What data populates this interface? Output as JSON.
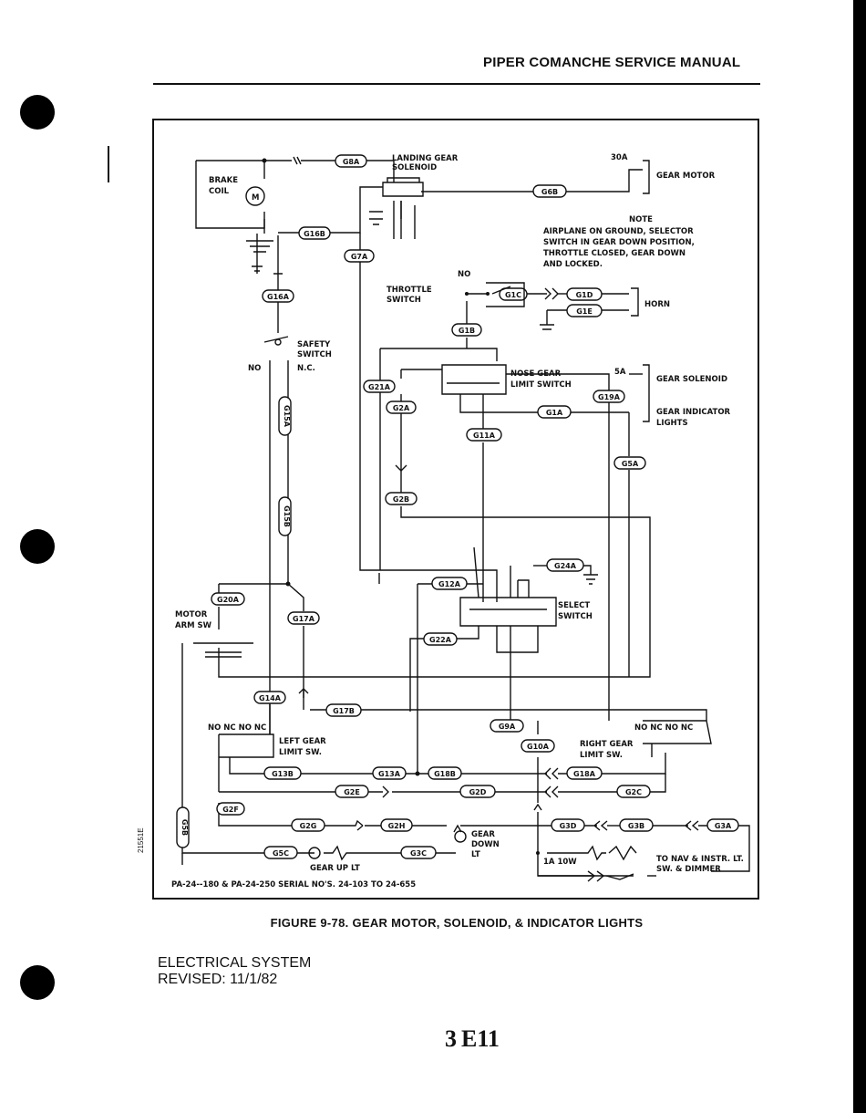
{
  "header": {
    "title": "PIPER COMANCHE SERVICE MANUAL"
  },
  "figure": {
    "caption": "FIGURE 9-78. GEAR MOTOR, SOLENOID, & INDICATOR LIGHTS",
    "note_title": "NOTE",
    "note_lines": [
      "AIRPLANE ON GROUND, SELECTOR",
      "SWITCH IN GEAR DOWN POSITION,",
      "THROTTLE CLOSED, GEAR DOWN",
      "AND LOCKED."
    ],
    "serial_note": "PA-24--180 & PA-24-250 SERIAL NO'S. 24-103 TO 24-655",
    "side_code": "21551E",
    "components": {
      "brake": "BRAKE",
      "coil": "COIL",
      "landing_gear": "LANDING GEAR",
      "solenoid": "SOLENOID",
      "breaker_30a": "30A",
      "gear_motor": "GEAR MOTOR",
      "throttle": "THROTTLE",
      "switch": "SWITCH",
      "no": "NO",
      "horn": "HORN",
      "safety": "SAFETY",
      "safety_switch": "SWITCH",
      "no2": "NO",
      "nc2": "N.C.",
      "nose_gear": "NOSE GEAR",
      "limit_switch": "LIMIT SWITCH",
      "breaker_5a": "5A",
      "gear_solenoid": "GEAR SOLENOID",
      "gear_indicator": "GEAR INDICATOR",
      "lights": "LIGHTS",
      "motor": "MOTOR",
      "arm_sw": "ARM SW",
      "select": "SELECT",
      "select_switch": "SWITCH",
      "left_contacts": "NO  NC NO  NC",
      "left_gear": "LEFT GEAR",
      "limit_sw_l": "LIMIT SW.",
      "right_contacts": "NO  NC  NO  NC",
      "right_gear": "RIGHT GEAR",
      "limit_sw_r": "LIMIT SW.",
      "gear_down": "GEAR",
      "down": "DOWN",
      "lt": "LT",
      "gear_up_lt": "GEAR UP LT",
      "breaker_1a": "1A  10W",
      "to_nav_1": "TO NAV & INSTR. LT.",
      "to_nav_2": "SW. & DIMMER"
    },
    "wires": {
      "g8a": "G8A",
      "g6b": "G6B",
      "g16b": "G16B",
      "g7a": "G7A",
      "g16a": "G16A",
      "g1c": "G1C",
      "g1d": "G1D",
      "g1e": "G1E",
      "g1b": "G1B",
      "g21a": "G21A",
      "g2a": "G2A",
      "g1a_w": "G1A",
      "g11a": "G11A",
      "g19a": "G19A",
      "g5a": "G5A",
      "g2b": "G2B",
      "g15a": "G15A",
      "g15b": "G15B",
      "g24a": "G24A",
      "g12a": "G12A",
      "g20a": "G20A",
      "g17a": "G17A",
      "g22a": "G22A",
      "g14a": "G14A",
      "g17b": "G17B",
      "g9a": "G9A",
      "g10a": "G10A",
      "g13b": "G13B",
      "g13a": "G13A",
      "g18b": "G18B",
      "g18a": "G18A",
      "g2e": "G2E",
      "g2d": "G2D",
      "g2c": "G2C",
      "g2f": "G2F",
      "g2g": "G2G",
      "g2h": "G2H",
      "g3d": "G3D",
      "g3b": "G3B",
      "g3a": "G3A",
      "g5b": "G5B",
      "g5c": "G5C",
      "g3c": "G3C"
    }
  },
  "footer": {
    "section": "ELECTRICAL SYSTEM",
    "revised": "REVISED: 11/1/82",
    "page_num": "3",
    "page_code": "E11"
  }
}
